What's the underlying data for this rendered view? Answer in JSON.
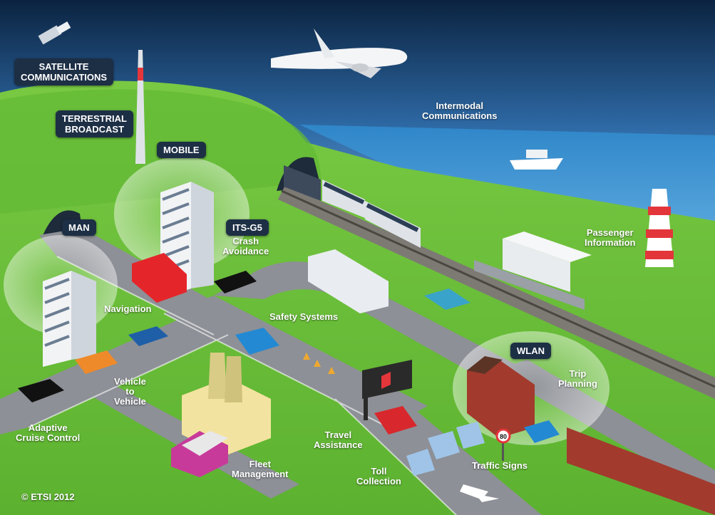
{
  "labels": {
    "satellite": [
      "SATELLITE",
      "COMMUNICATIONS"
    ],
    "terrestrial": [
      "TERRESTRIAL",
      "BROADCAST"
    ],
    "mobile": "MOBILE",
    "man": "MAN",
    "itsg5": "ITS-G5",
    "wlan": "WLAN",
    "crash_avoidance": [
      "Crash",
      "Avoidance"
    ],
    "intermodal": [
      "Intermodal",
      "Communications"
    ],
    "passenger_information": [
      "Passenger",
      "Information"
    ],
    "navigation": "Navigation",
    "safety_systems": "Safety Systems",
    "vehicle_to_vehicle": [
      "Vehicle",
      "to",
      "Vehicle"
    ],
    "adaptive_cruise_control": [
      "Adaptive",
      "Cruise Control"
    ],
    "fleet_management": [
      "Fleet",
      "Management"
    ],
    "travel_assistance": [
      "Travel",
      "Assistance"
    ],
    "toll_collection": [
      "Toll",
      "Collection"
    ],
    "traffic_signs": "Traffic Signs",
    "trip_planning": [
      "Trip",
      "Planning"
    ]
  },
  "speed_sign": "80",
  "copyright": "© ETSI 2012",
  "colors": {
    "sky_top": "#0e2846",
    "sky_bottom": "#6ea2d4",
    "sea": "#2c82c4",
    "grass": "#6cc13a",
    "road": "#8d9096",
    "label_box": "#1d2f45"
  }
}
